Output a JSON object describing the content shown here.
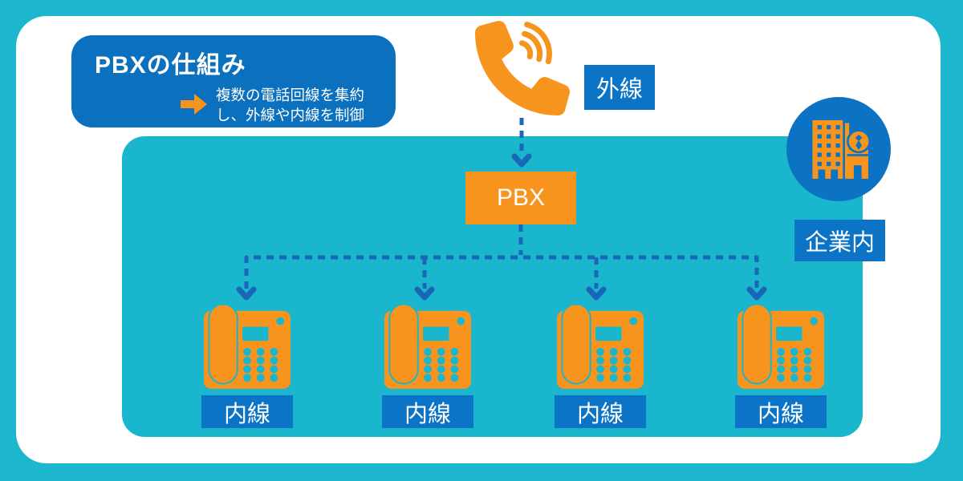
{
  "title_card": {
    "title": "PBXの仕組み",
    "arrow_icon": "right-arrow-icon",
    "description_line1": "複数の電話回線を集約",
    "description_line2": "し、外線や内線を制御"
  },
  "external": {
    "label": "外線",
    "icon": "phone-handset-icon"
  },
  "pbx": {
    "label": "PBX"
  },
  "company": {
    "label": "企業内",
    "icon": "office-building-icon"
  },
  "extensions": [
    {
      "label": "内線",
      "icon": "desk-phone-icon"
    },
    {
      "label": "内線",
      "icon": "desk-phone-icon"
    },
    {
      "label": "内線",
      "icon": "desk-phone-icon"
    },
    {
      "label": "内線",
      "icon": "desk-phone-icon"
    }
  ],
  "colors": {
    "background_teal": "#1CB7CF",
    "network_teal": "#19B6CE",
    "panel_white": "#FFFFFF",
    "primary_blue": "#0B74C6",
    "title_blue": "#0B70BE",
    "circle_blue": "#0B72C4",
    "accent_orange": "#F7941E",
    "connector_blue": "#1A66B8"
  }
}
